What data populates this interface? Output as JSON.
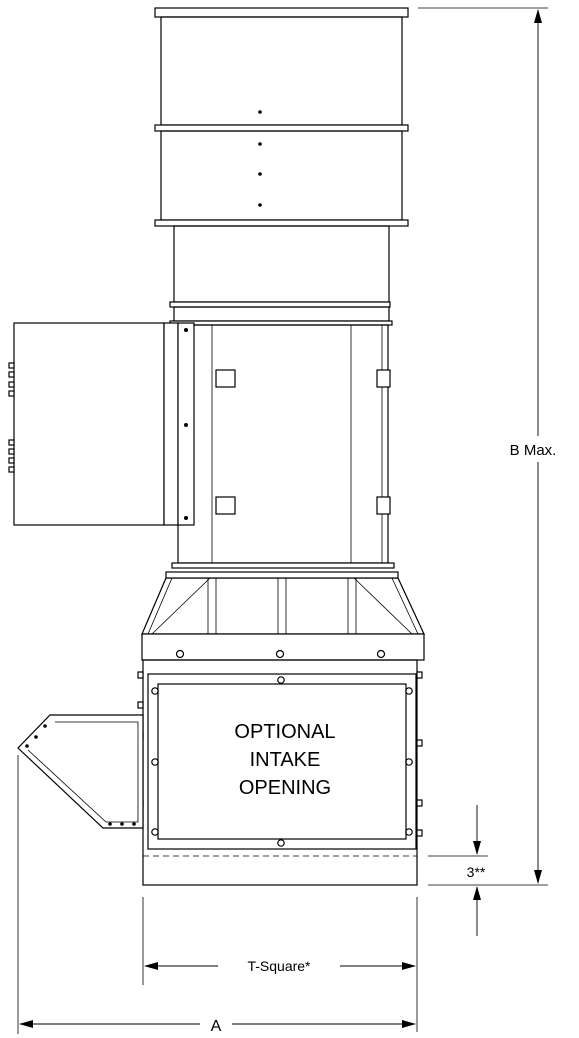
{
  "labels": {
    "opening_line1": "OPTIONAL",
    "opening_line2": "INTAKE",
    "opening_line3": "OPENING",
    "dim_b": "B Max.",
    "dim_t": "T-Square*",
    "dim_a": "A",
    "dim_3": "3**"
  },
  "colors": {
    "line": "#000000",
    "background": "#ffffff"
  }
}
